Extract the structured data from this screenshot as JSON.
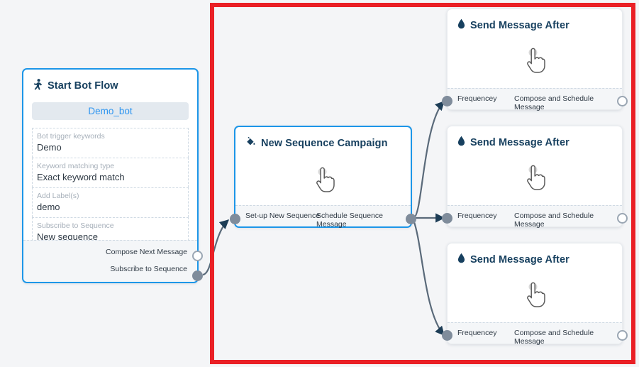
{
  "canvas": {
    "background_color": "#f4f5f7",
    "annotation": {
      "color": "#ea2026",
      "shape": "rectangle"
    }
  },
  "nodes": {
    "start_bot_flow": {
      "icon": "running-person-icon",
      "title": "Start Bot Flow",
      "bot_pill": "Demo_bot",
      "fields": [
        {
          "label": "Bot trigger keywords",
          "value": "Demo"
        },
        {
          "label": "Keyword matching type",
          "value": "Exact keyword match"
        },
        {
          "label": "Add Label(s)",
          "value": "demo"
        },
        {
          "label": "Subscribe to Sequence",
          "value": "New sequence"
        }
      ],
      "ports": [
        {
          "label": "Compose Next Message",
          "state": "hollow"
        },
        {
          "label": "Subscribe to Sequence",
          "state": "filled"
        }
      ]
    },
    "new_sequence_campaign": {
      "icon": "paint-bucket-icon",
      "title": "New Sequence Campaign",
      "body_icon": "hand-pointer-icon",
      "input_port_label": "Set-up New Sequence",
      "output_port_label": "Schedule Sequence Message"
    },
    "send_message_cards": [
      {
        "icon": "droplet-icon",
        "title": "Send Message After",
        "body_icon": "hand-pointer-icon",
        "input_port_label": "Frequencey",
        "output_port_label": "Compose and Schedule Message"
      },
      {
        "icon": "droplet-icon",
        "title": "Send Message After",
        "body_icon": "hand-pointer-icon",
        "input_port_label": "Frequencey",
        "output_port_label": "Compose and Schedule Message"
      },
      {
        "icon": "droplet-icon",
        "title": "Send Message After",
        "body_icon": "hand-pointer-icon",
        "input_port_label": "Frequencey",
        "output_port_label": "Compose and Schedule Message"
      }
    ]
  },
  "colors": {
    "node_border_active": "#1c96e8",
    "title_text": "#17405f",
    "pill_text": "#2f96f0",
    "edge": "#5a6a7a",
    "port_filled": "#7f8c9b",
    "annotation": "#ea2026"
  }
}
